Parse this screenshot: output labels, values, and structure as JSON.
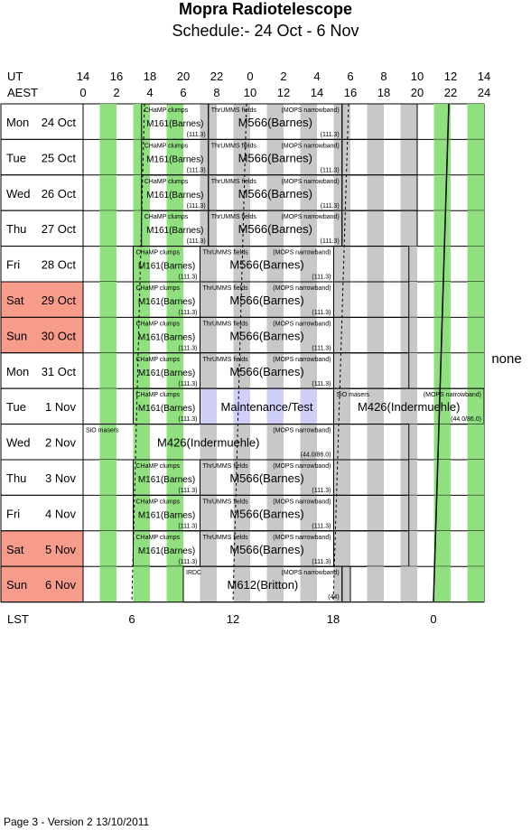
{
  "header": {
    "title": "Mopra Radiotelescope",
    "subtitle": "Schedule:- 24 Oct - 6  Nov"
  },
  "footer": "Page 3 - Version 2  13/10/2011",
  "chart_data": {
    "type": "schedule",
    "axes": {
      "ut": {
        "label": "UT",
        "ticks": [
          "14",
          "16",
          "18",
          "20",
          "22",
          "0",
          "2",
          "4",
          "6",
          "8",
          "10",
          "12",
          "14"
        ]
      },
      "aest": {
        "label": "AEST",
        "ticks": [
          "0",
          "2",
          "4",
          "6",
          "8",
          "10",
          "12",
          "14",
          "16",
          "18",
          "20",
          "22",
          "24"
        ]
      },
      "lst": {
        "label": "LST",
        "ticks": [
          "6",
          "12",
          "18",
          "0"
        ]
      }
    },
    "side_label": "none",
    "colors": {
      "weekend": "#f79b8b",
      "green": "#90e080",
      "gray": "#c8c8c8",
      "maintenance": "#cfcff8"
    },
    "rows": [
      {
        "day": "Mon",
        "date": "24 Oct",
        "weekend": false,
        "start": 3.5,
        "blocks": [
          {
            "start": 3.5,
            "end": 7.5,
            "top": "CHaMP clumps",
            "main": "M161(Barnes)",
            "note": "(111.3)"
          },
          {
            "start": 7.5,
            "end": 15.5,
            "top": "ThrUMMS fields",
            "top_right": "(MOPS narrowband)",
            "main": "M566(Barnes)",
            "note": "(111.3)"
          },
          {
            "start": 15.5,
            "end": 20.0
          }
        ]
      },
      {
        "day": "Tue",
        "date": "25 Oct",
        "weekend": false,
        "start": 3.5,
        "blocks": [
          {
            "start": 3.5,
            "end": 7.5,
            "top": "CHaMP clumps",
            "main": "M161(Barnes)",
            "note": "(111.3)"
          },
          {
            "start": 7.5,
            "end": 15.5,
            "top": "ThrUMMS fields",
            "top_right": "(MOPS narrowband)",
            "main": "M566(Barnes)",
            "note": "(111.3)"
          },
          {
            "start": 15.5,
            "end": 20.0
          }
        ]
      },
      {
        "day": "Wed",
        "date": "26 Oct",
        "weekend": false,
        "start": 3.5,
        "blocks": [
          {
            "start": 3.5,
            "end": 7.5,
            "top": "CHaMP clumps",
            "main": "M161(Barnes)",
            "note": "(111.3)"
          },
          {
            "start": 7.5,
            "end": 15.5,
            "top": "ThrUMMS fields",
            "top_right": "(MOPS narrowband)",
            "main": "M566(Barnes)",
            "note": "(111.3)"
          },
          {
            "start": 15.5,
            "end": 20.0
          }
        ]
      },
      {
        "day": "Thu",
        "date": "27 Oct",
        "weekend": false,
        "start": 3.5,
        "blocks": [
          {
            "start": 3.5,
            "end": 7.5,
            "top": "CHaMP clumps",
            "main": "M161(Barnes)",
            "note": "(111.3)"
          },
          {
            "start": 7.5,
            "end": 15.5,
            "top": "ThrUMMS fields",
            "top_right": "(MOPS narrowband)",
            "main": "M566(Barnes)",
            "note": "(111.3)"
          },
          {
            "start": 15.5,
            "end": 20.0
          }
        ]
      },
      {
        "day": "Fri",
        "date": "28 Oct",
        "weekend": false,
        "start": 3.0,
        "blocks": [
          {
            "start": 3.0,
            "end": 7.0,
            "top": "CHaMP clumps",
            "main": "M161(Barnes)",
            "note": "(111.3)"
          },
          {
            "start": 7.0,
            "end": 15.0,
            "top": "ThrUMMS fields",
            "top_right": "(MOPS narrowband)",
            "main": "M566(Barnes)",
            "note": "(111.3)"
          },
          {
            "start": 15.0,
            "end": 19.5
          }
        ]
      },
      {
        "day": "Sat",
        "date": "29 Oct",
        "weekend": true,
        "start": 3.0,
        "blocks": [
          {
            "start": 3.0,
            "end": 7.0,
            "top": "CHaMP clumps",
            "main": "M161(Barnes)",
            "note": "(111.3)"
          },
          {
            "start": 7.0,
            "end": 15.0,
            "top": "ThrUMMS fields",
            "top_right": "(MOPS narrowband)",
            "main": "M566(Barnes)",
            "note": "(111.3)"
          },
          {
            "start": 15.0,
            "end": 19.5
          }
        ]
      },
      {
        "day": "Sun",
        "date": "30 Oct",
        "weekend": true,
        "start": 3.0,
        "blocks": [
          {
            "start": 3.0,
            "end": 7.0,
            "top": "CHaMP clumps",
            "main": "M161(Barnes)",
            "note": "(111.3)"
          },
          {
            "start": 7.0,
            "end": 15.0,
            "top": "ThrUMMS fields",
            "top_right": "(MOPS narrowband)",
            "main": "M566(Barnes)",
            "note": "(111.3)"
          },
          {
            "start": 15.0,
            "end": 19.5
          }
        ]
      },
      {
        "day": "Mon",
        "date": "31 Oct",
        "weekend": false,
        "start": 3.0,
        "blocks": [
          {
            "start": 3.0,
            "end": 7.0,
            "top": "CHaMP clumps",
            "main": "M161(Barnes)",
            "note": "(111.3)"
          },
          {
            "start": 7.0,
            "end": 15.0,
            "top": "ThrUMMS fields",
            "top_right": "(MOPS narrowband)",
            "main": "M566(Barnes)",
            "note": "(111.3)"
          },
          {
            "start": 15.0,
            "end": 19.5
          }
        ]
      },
      {
        "day": "Tue",
        "date": "1 Nov",
        "weekend": false,
        "start": 3.0,
        "blocks": [
          {
            "start": 3.0,
            "end": 7.0,
            "top": "CHaMP clumps",
            "main": "M161(Barnes)",
            "note": "(111.3)"
          },
          {
            "start": 7.0,
            "end": 15.0,
            "kind": "maintenance",
            "main": "Maintenance/Test"
          },
          {
            "start": 15.0,
            "end": 24.0,
            "top": "SiO masers",
            "top_right": "(MOPS narrowband)",
            "main": "M426(Indermuehle)",
            "note": "(44.0/86.0)"
          }
        ]
      },
      {
        "day": "Wed",
        "date": "2 Nov",
        "weekend": false,
        "start": 0.0,
        "blocks": [
          {
            "start": 0.0,
            "end": 15.0,
            "top": "SiO masers",
            "top_right": "(MOPS narrowband)",
            "main": "M426(Indermuehle)",
            "note": "(44.0/86.0)"
          },
          {
            "start": 15.0,
            "end": 19.5
          }
        ]
      },
      {
        "day": "Thu",
        "date": "3 Nov",
        "weekend": false,
        "start": 3.0,
        "blocks": [
          {
            "start": 3.0,
            "end": 7.0,
            "top": "CHaMP clumps",
            "main": "M161(Barnes)",
            "note": "(111.3)"
          },
          {
            "start": 7.0,
            "end": 15.0,
            "top": "ThrUMMS fields",
            "top_right": "(MOPS narrowband)",
            "main": "M566(Barnes)",
            "note": "(111.3)"
          },
          {
            "start": 15.0,
            "end": 19.5
          }
        ]
      },
      {
        "day": "Fri",
        "date": "4 Nov",
        "weekend": false,
        "start": 3.0,
        "blocks": [
          {
            "start": 3.0,
            "end": 7.0,
            "top": "CHaMP clumps",
            "main": "M161(Barnes)",
            "note": "(111.3)"
          },
          {
            "start": 7.0,
            "end": 15.0,
            "top": "ThrUMMS fields",
            "top_right": "(MOPS narrowband)",
            "main": "M566(Barnes)",
            "note": "(111.3)"
          },
          {
            "start": 15.0,
            "end": 19.5
          }
        ]
      },
      {
        "day": "Sat",
        "date": "5 Nov",
        "weekend": true,
        "start": 3.0,
        "blocks": [
          {
            "start": 3.0,
            "end": 7.0,
            "top": "CHaMP clumps",
            "main": "M161(Barnes)",
            "note": "(111.3)"
          },
          {
            "start": 7.0,
            "end": 15.0,
            "top": "ThrUMMS fields",
            "top_right": "(MOPS narrowband)",
            "main": "M566(Barnes)",
            "note": "(111.3)"
          },
          {
            "start": 15.0,
            "end": 19.5
          }
        ]
      },
      {
        "day": "Sun",
        "date": "6 Nov",
        "weekend": true,
        "start": 6.0,
        "blocks": [
          {
            "start": 6.0,
            "end": 15.5,
            "top": "IRDC",
            "top_right": "(MOPS narrowband)",
            "main": "M612(Britton)",
            "note": "(44)"
          },
          {
            "start": 15.5,
            "end": 16.0
          }
        ]
      }
    ]
  }
}
